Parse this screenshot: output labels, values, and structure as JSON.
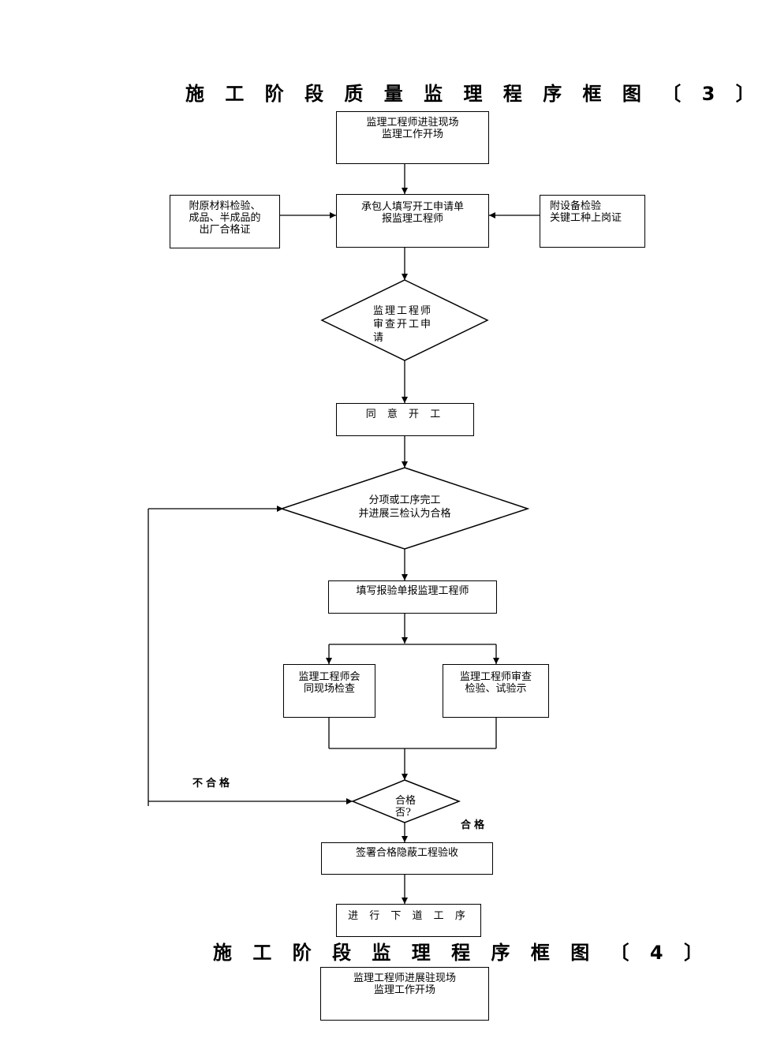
{
  "diagram3": {
    "title": "施 工 阶 段 质 量 监 理 程 序 框 图 〔 3 〕",
    "start": {
      "line1": "监理工程师进驻现场",
      "line2": "监理工作开场"
    },
    "left_note": {
      "line1": "附原材料检验、",
      "line2": "成品、半成品的",
      "line3": "出厂合格证"
    },
    "apply": {
      "line1": "承包人填写开工申请单",
      "line2": "报监理工程师"
    },
    "right_note": {
      "line1": "附设备检验",
      "line2": "关键工种上岗证"
    },
    "review": {
      "line1": "监理工程师",
      "line2": "审查开工申",
      "line3": "请"
    },
    "agree": "同 意 开 工",
    "subitem": {
      "line1": "分项或工序完工",
      "line2": "并进展三检认为合格"
    },
    "report": "填写报验单报监理工程师",
    "joint": {
      "line1": "监理工程师会",
      "line2": "同现场检查"
    },
    "test": {
      "line1": "监理工程师审查",
      "line2": "检验、试验示"
    },
    "decision": {
      "line1": "合格",
      "line2": "否?"
    },
    "label_fail": "不合格",
    "label_pass": "合格",
    "sign": "签署合格隐蔽工程验收",
    "next": "进 行 下 道 工 序"
  },
  "diagram4": {
    "title": "施 工 阶 段 监 理 程 序 框 图 〔 4 〕",
    "start": {
      "line1": "监理工程师进展驻现场",
      "line2": "监理工作开场"
    }
  }
}
